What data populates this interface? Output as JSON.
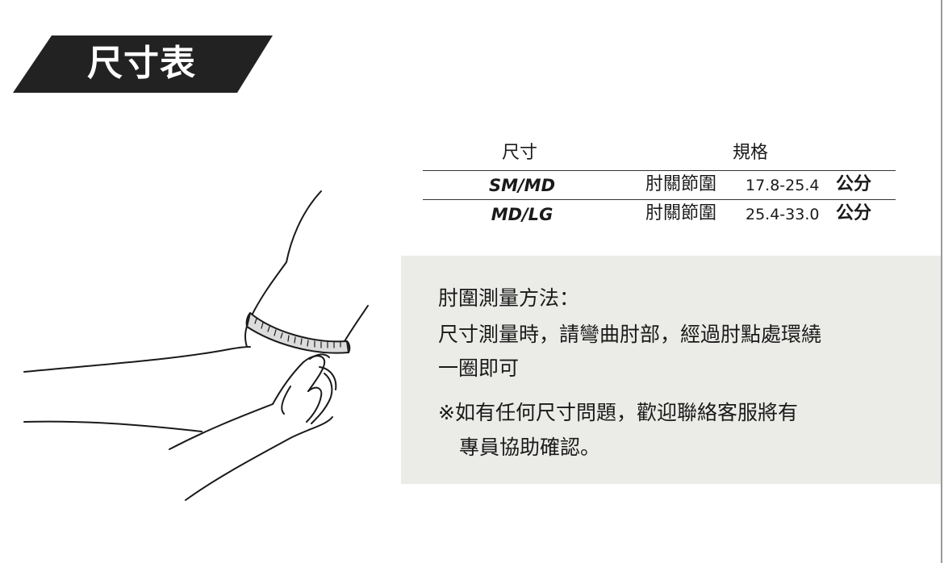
{
  "title": "尺寸表",
  "table": {
    "headers": {
      "size": "尺寸",
      "spec": "規格"
    },
    "rows": [
      {
        "size": "SM/MD",
        "label": "肘關節圍",
        "range": "17.8-25.4",
        "unit": "公分"
      },
      {
        "size": "MD/LG",
        "label": "肘關節圍",
        "range": "25.4-33.0",
        "unit": "公分"
      }
    ]
  },
  "instructions": {
    "heading": "肘圍測量方法：",
    "line1": "尺寸測量時，請彎曲肘部，經過肘點處環繞",
    "line2": "一圈即可",
    "note1": "※如有任何尺寸問題，歡迎聯絡客服將有",
    "note2": "專員協助確認。"
  },
  "colors": {
    "banner": "#222222",
    "info_box": "#ebebe8",
    "text": "#1a1a1a"
  },
  "illustration_icon": "arm-measuring-tape-illustration"
}
